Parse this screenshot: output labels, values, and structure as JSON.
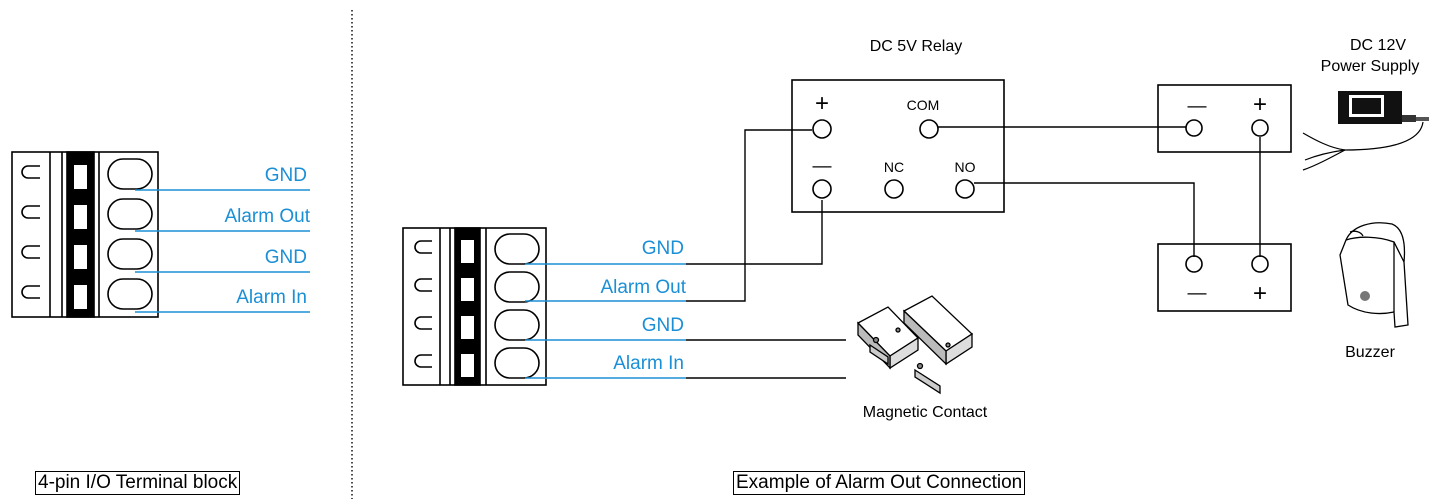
{
  "left_panel": {
    "pins": [
      "GND",
      "Alarm Out",
      "GND",
      "Alarm In"
    ],
    "caption": "4-pin I/O Terminal block"
  },
  "right_panel": {
    "pins": [
      "GND",
      "Alarm Out",
      "GND",
      "Alarm In"
    ],
    "caption": "Example of Alarm Out Connection",
    "relay": {
      "title": "DC 5V Relay",
      "plus": "+",
      "minus": "—",
      "com": "COM",
      "nc": "NC",
      "no": "NO"
    },
    "power_supply": {
      "title_line1": "DC 12V",
      "title_line2": "Power Supply",
      "minus": "—",
      "plus": "+"
    },
    "buzzer": {
      "label": "Buzzer",
      "minus": "—",
      "plus": "+"
    },
    "magnetic_contact": {
      "label": "Magnetic Contact"
    }
  },
  "colors": {
    "wire_blue": "#1a8fd6",
    "line": "#000000"
  }
}
